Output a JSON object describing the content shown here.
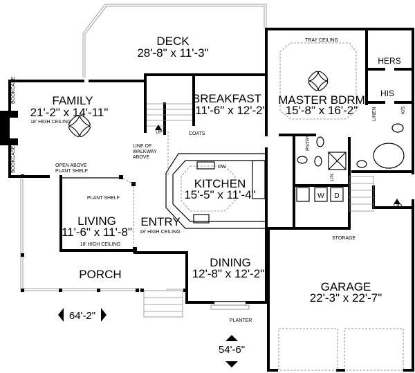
{
  "rooms": {
    "deck": {
      "name": "DECK",
      "size": "28'-8\" x 11'-3\""
    },
    "family": {
      "name": "FAMILY",
      "size": "21'-2\" x 14'-11\"",
      "note": "18' HIGH CEILING"
    },
    "breakfast": {
      "name": "BREAKFAST",
      "size": "11'-6\" x 12'-2\""
    },
    "master": {
      "name": "MASTER BDRM",
      "size": "15'-8\" x 16'-2\"",
      "note": "TRAY CEILING"
    },
    "kitchen": {
      "name": "KITCHEN",
      "size": "15'-5\" x 11'-4\""
    },
    "living": {
      "name": "LIVING",
      "size": "11'-6\" x 11'-8\"",
      "note": "18' HIGH CEILING"
    },
    "entry": {
      "name": "ENTRY",
      "note": "18' HIGH CEILING"
    },
    "dining": {
      "name": "DINING",
      "size": "12'-8\" x 12'-2\""
    },
    "porch": {
      "name": "PORCH"
    },
    "garage": {
      "name": "GARAGE",
      "size": "22'-3\" x 22'-7\""
    }
  },
  "labels": {
    "bookcase": "BOOKCASE",
    "hers": "HERS",
    "his": "HIS",
    "linen": "LINEN",
    "ks": "K/S",
    "pantry": "PNTRY",
    "lin": "LIN",
    "washer": "W",
    "dryer": "D",
    "up": "UP",
    "coats": "COATS",
    "walkway": [
      "LINE OF",
      "WALKWAY",
      "ABOVE"
    ],
    "open_above": [
      "OPEN ABOVE",
      "PLANT SHELF"
    ],
    "plant_shelf": "PLANT SHELF",
    "dishwasher": "DW",
    "storage": "STORAGE",
    "planter": "PLANTER"
  },
  "dimensions": {
    "width": "64'-2\"",
    "depth": "54'-6\""
  }
}
